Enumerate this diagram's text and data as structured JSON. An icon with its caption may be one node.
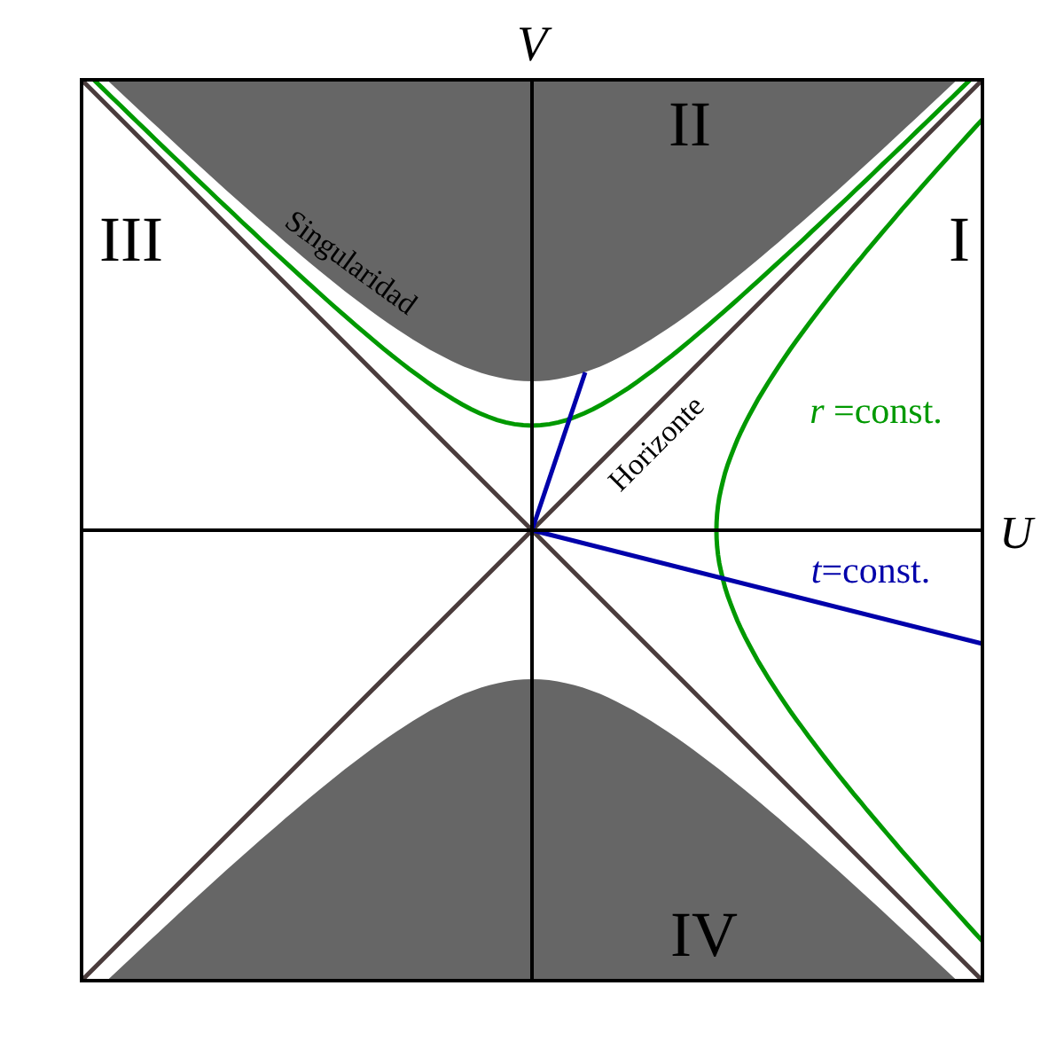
{
  "diagram": {
    "labels": [
      "V",
      "II",
      "III",
      "Singularidad",
      "I",
      "*r* =const.",
      "Horizonte",
      "U",
      "*t*=const.",
      "IV"
    ]
  }
}
